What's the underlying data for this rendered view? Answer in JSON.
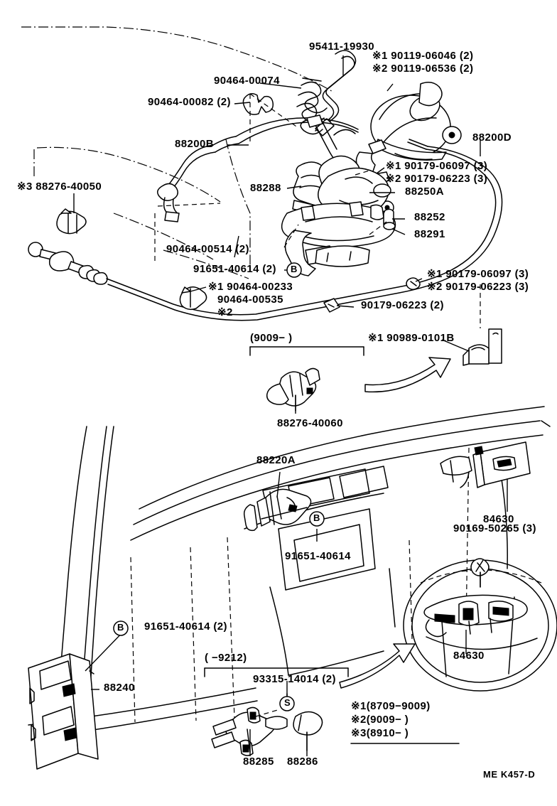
{
  "diagram": {
    "drawing_code": "ME K457-D",
    "title": "Cruise control system parts diagram",
    "legend": {
      "items": [
        {
          "mark": "※1",
          "range": "(8709−9009)"
        },
        {
          "mark": "※2",
          "range": "(9009−          )"
        },
        {
          "mark": "※3",
          "range": "(8910−          )"
        }
      ]
    },
    "top_section": {
      "labels": [
        {
          "id": "l-95411",
          "text": "95411-19930"
        },
        {
          "id": "l-90464-00074",
          "text": "90464-00074"
        },
        {
          "id": "l-90464-00082",
          "text": "90464-00082 (2)"
        },
        {
          "id": "l-90119-1",
          "text": "※1 90119-06046 (2)"
        },
        {
          "id": "l-90119-2",
          "text": "※2 90119-06536 (2)"
        },
        {
          "id": "l-88200B",
          "text": "88200B"
        },
        {
          "id": "l-88200D",
          "text": "88200D"
        },
        {
          "id": "l-88276-40050",
          "text": "※3 88276-40050"
        },
        {
          "id": "l-88288",
          "text": "88288"
        },
        {
          "id": "l-90179-06097-a",
          "text": "※1 90179-06097 (3)"
        },
        {
          "id": "l-90179-06223-a",
          "text": "※2 90179-06223 (3)"
        },
        {
          "id": "l-88250A",
          "text": "88250A"
        },
        {
          "id": "l-88252",
          "text": "88252"
        },
        {
          "id": "l-88291",
          "text": "88291"
        },
        {
          "id": "l-90464-00514",
          "text": "90464-00514 (2)"
        },
        {
          "id": "l-91651-40614-a",
          "text": "91651-40614 (2)"
        },
        {
          "id": "l-90464-00233",
          "text": "※1 90464-00233"
        },
        {
          "id": "l-90464-00535",
          "text": "90464-00535"
        },
        {
          "id": "l-star2",
          "text": "※2"
        },
        {
          "id": "l-90179-06223-b",
          "text": "90179-06223 (2)"
        },
        {
          "id": "l-90179-06097-c",
          "text": "※1 90179-06097 (3)"
        },
        {
          "id": "l-90179-06223-c",
          "text": "※2 90179-06223 (3)"
        },
        {
          "id": "l-90989-0101B",
          "text": "※1 90989-0101B"
        },
        {
          "id": "l-bracket-range",
          "text": "(9009−          )"
        },
        {
          "id": "l-88276-40060",
          "text": "88276-40060"
        }
      ]
    },
    "bottom_section": {
      "labels": [
        {
          "id": "l-88220A",
          "text": "88220A"
        },
        {
          "id": "l-91651-40614-b",
          "text": "91651-40614"
        },
        {
          "id": "l-84630-top",
          "text": "84630"
        },
        {
          "id": "l-90169-50265",
          "text": "90169-50265 (3)"
        },
        {
          "id": "l-84630-wheel",
          "text": "84630"
        },
        {
          "id": "l-91651-40614-c",
          "text": "91651-40614 (2)"
        },
        {
          "id": "l-88240",
          "text": "88240"
        },
        {
          "id": "l-range-9212",
          "text": "(        −9212)"
        },
        {
          "id": "l-93315-14014",
          "text": "93315-14014 (2)"
        },
        {
          "id": "l-88285",
          "text": "88285"
        },
        {
          "id": "l-88286",
          "text": "88286"
        }
      ]
    },
    "callout_markers": [
      {
        "id": "m-b-1",
        "text": "B"
      },
      {
        "id": "m-b-2",
        "text": "B"
      },
      {
        "id": "m-b-3",
        "text": "B"
      },
      {
        "id": "m-s-1",
        "text": "S"
      }
    ]
  }
}
